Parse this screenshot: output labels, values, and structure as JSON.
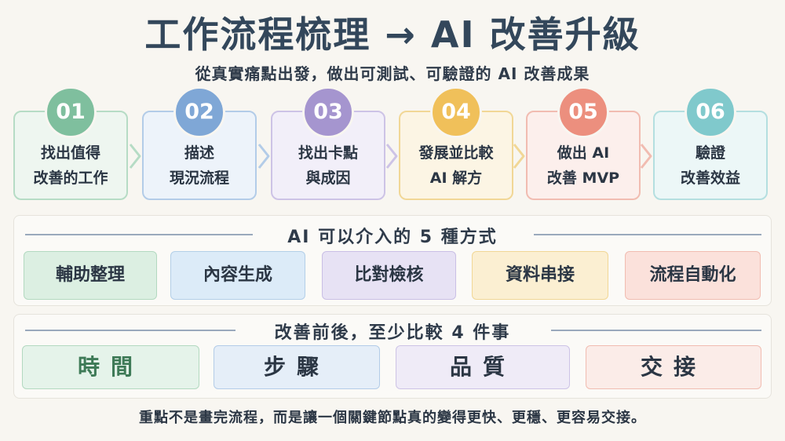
{
  "title": "工作流程梳理 → AI 改善升級",
  "subtitle": "從真實痛點出發，做出可測試、可驗證的 AI 改善成果",
  "steps": [
    {
      "num": "01",
      "line1": "找出值得",
      "line2": "改善的工作",
      "color": "#7fbf9e",
      "bg": "#eef6f0",
      "border": "#b6dcc5"
    },
    {
      "num": "02",
      "line1": "描述",
      "line2": "現況流程",
      "color": "#7fa7d6",
      "bg": "#edf3fa",
      "border": "#b3cce8"
    },
    {
      "num": "03",
      "line1": "找出卡點",
      "line2": "與成因",
      "color": "#a595cf",
      "bg": "#f2eff9",
      "border": "#cdc3e6"
    },
    {
      "num": "04",
      "line1": "發展並比較",
      "line2": "AI 解方",
      "color": "#f0c05a",
      "bg": "#fcf5e4",
      "border": "#f1d796"
    },
    {
      "num": "05",
      "line1": "做出 AI",
      "line2": "改善 MVP",
      "color": "#ec8f7e",
      "bg": "#fcefec",
      "border": "#f1bcb1"
    },
    {
      "num": "06",
      "line1": "驗證",
      "line2": "改善效益",
      "color": "#80c9cc",
      "bg": "#ecf7f7",
      "border": "#b4dfe0"
    }
  ],
  "ways_section": {
    "heading": "AI 可以介入的 5 種方式",
    "items": [
      {
        "label": "輔助整理",
        "bg": "#dcefe2",
        "border": "#b3d9c0"
      },
      {
        "label": "內容生成",
        "bg": "#dcebf8",
        "border": "#b3cfe8"
      },
      {
        "label": "比對檢核",
        "bg": "#e7e2f4",
        "border": "#c9bfe5"
      },
      {
        "label": "資料串接",
        "bg": "#fbefd2",
        "border": "#f1d796"
      },
      {
        "label": "流程自動化",
        "bg": "#fbe1db",
        "border": "#f1bcb1"
      }
    ]
  },
  "compare_section": {
    "heading": "改善前後，至少比較 4 件事",
    "items": [
      {
        "label": "時間",
        "bg": "#e5f3ea",
        "border": "#b3d9c0",
        "color": "#3e7a57"
      },
      {
        "label": "步驟",
        "bg": "#e5eef8",
        "border": "#b3cce8",
        "color": "#2b3644"
      },
      {
        "label": "品質",
        "bg": "#efebf7",
        "border": "#cdc3e6",
        "color": "#2b3644"
      },
      {
        "label": "交接",
        "bg": "#fbece8",
        "border": "#f1bcb1",
        "color": "#2b3644"
      }
    ]
  },
  "footer": "重點不是畫完流程，而是讓一個關鍵節點真的變得更快、更穩、更容易交接。"
}
